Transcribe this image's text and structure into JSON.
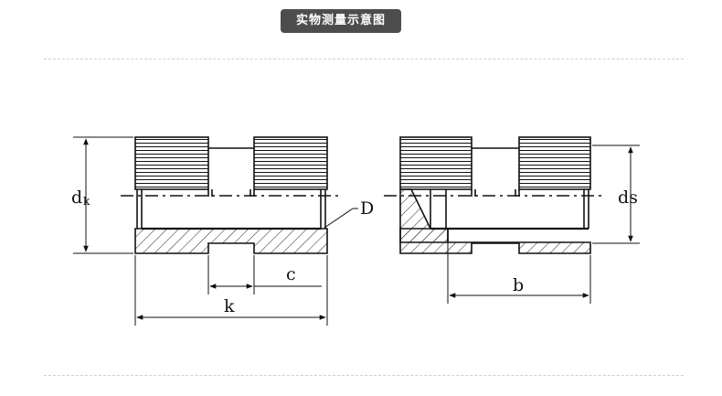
{
  "header": {
    "title": "实物测量示意图"
  },
  "labels": {
    "dk": "d",
    "dk_sub": "k",
    "D": "D",
    "c": "c",
    "k": "k",
    "ds": "ds",
    "b": "b"
  }
}
